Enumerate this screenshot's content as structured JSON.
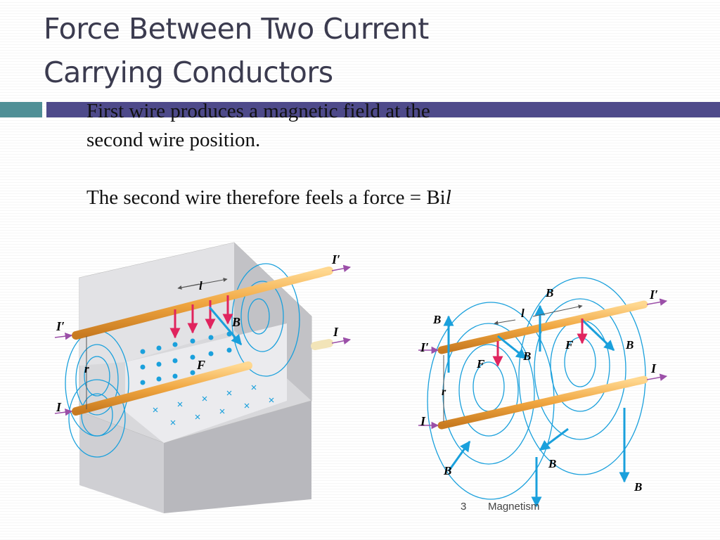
{
  "slide": {
    "title_line1": "Force Between Two Current",
    "title_line2": "Carrying Conductors",
    "bullet_line1": "First wire produces a magnetic field at the",
    "bullet_line2": "second wire position.",
    "bullet_line3_prefix": "The second wire therefore feels a force = Bi",
    "bullet_line3_italic": "l",
    "page_number": "3",
    "footer_text": "Magnetism"
  },
  "figure_labels": {
    "I_prime": "I′",
    "I": "I",
    "r": "r",
    "l": "l",
    "B": "B",
    "F": "F"
  },
  "colors": {
    "title": "#3b3b4f",
    "band_teal": "#4f8f96",
    "band_purple": "#4e4a8a",
    "wire": "#f0a640",
    "field": "#1aa0dc",
    "force": "#e0245e",
    "current_arrow": "#9b4fa8"
  }
}
